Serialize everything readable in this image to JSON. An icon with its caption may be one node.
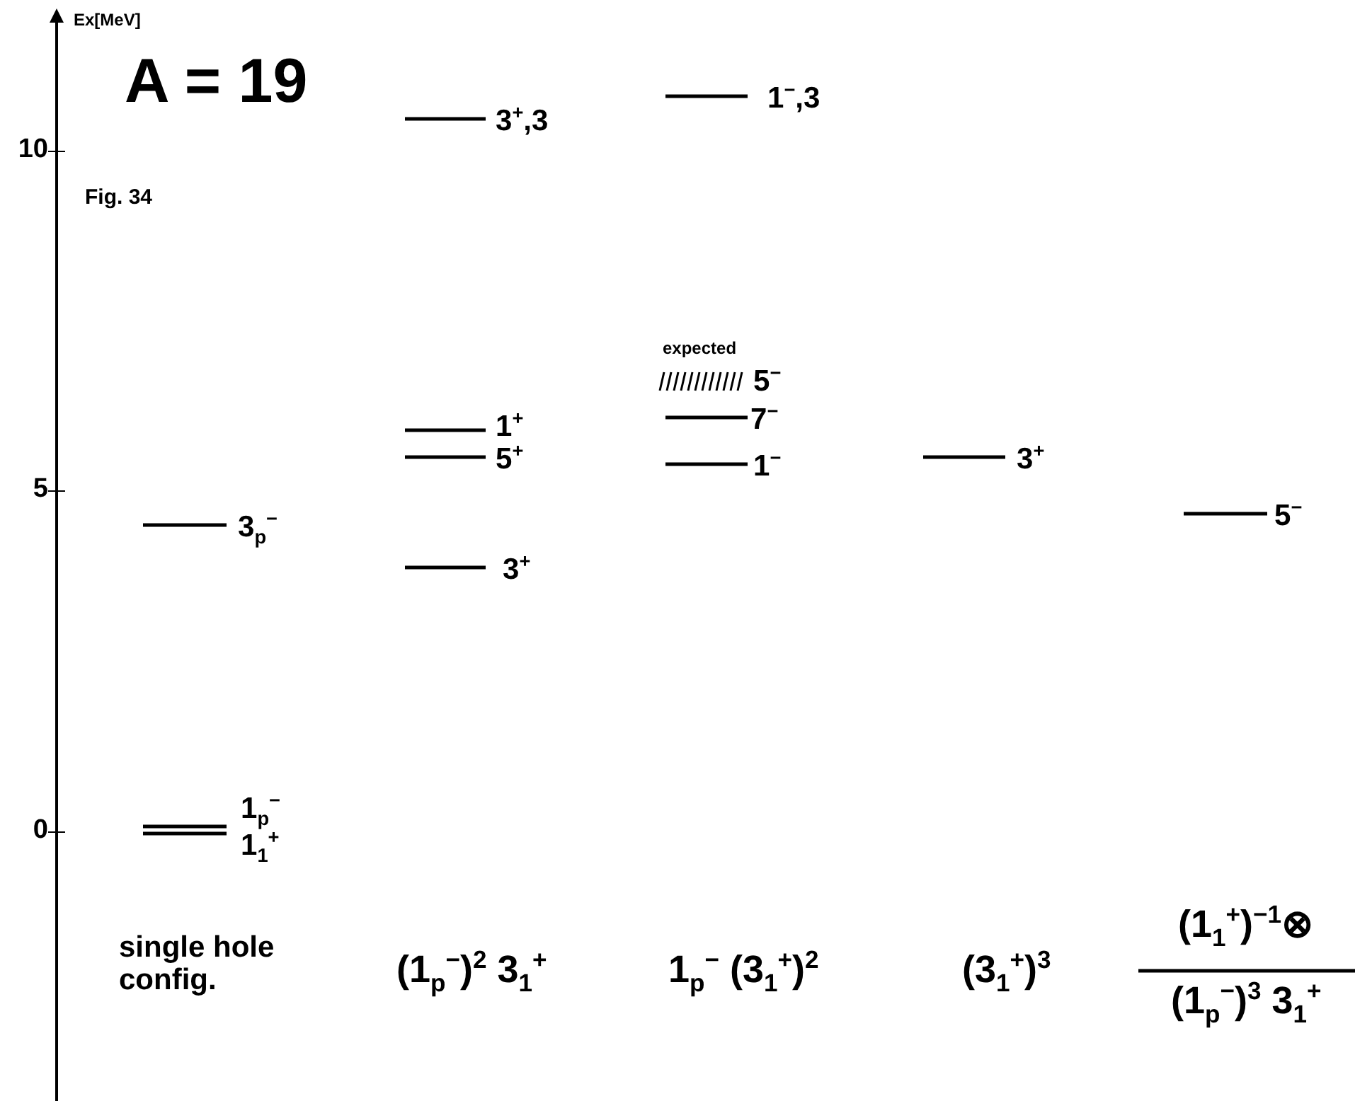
{
  "diagram": {
    "title": "A = 19",
    "labels": [
      "Ex[MeV]",
      "10",
      "Fig. 34",
      "3$^{+}$,3",
      "1$^{−}$,3",
      "expected",
      "5$^{−}$",
      "1$^{+}$",
      "7$^{−}$",
      "5$^{+}$",
      "1$^{−}$",
      "3$^{+}$",
      "5",
      "5$^{−}$",
      "3$_{p}$$^{−}$",
      "3$^{+}$",
      "1$_{p}$$^{−}$",
      "1$_{1}$$^{+}$",
      "0",
      "single hole config.",
      "(1$_{p}$$^{−}$)$^{2}$ 3$_{1}$$^{+}$",
      "1$_{p}$$^{−}$ (3$_{1}$$^{+}$)$^{2}$",
      "(3$_{1}$$^{+}$)$^{3}$",
      "(1$_{1}$$^{+}$)$^{−1}$⊗",
      "(1$_{p}$$^{−}$)$^{3}$ 3$_{1}$$^{+}$"
    ]
  }
}
